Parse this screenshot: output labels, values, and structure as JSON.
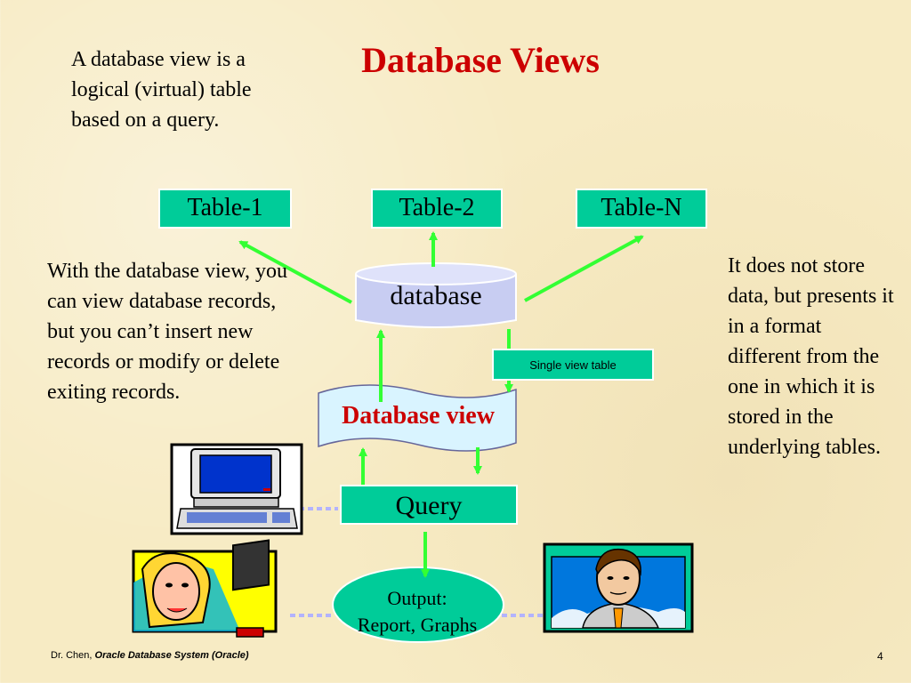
{
  "title": "Database Views",
  "intro_text": "A database view is a logical (virtual) table based on a query.",
  "left_text": "With the database view, you can view database records, but you can’t insert new records or modify or delete exiting records.",
  "right_text": "It does not store data, but presents it in a format different from the one in which it is stored in the underlying tables.",
  "tables": [
    "Table-1",
    "Table-2",
    "Table-N"
  ],
  "database_label": "database",
  "single_view_label": "Single view  table",
  "database_view_label": "Database view",
  "query_label": "Query",
  "output": {
    "line1": "Output:",
    "line2": "Report, Graphs"
  },
  "footer": {
    "author": "Dr. Chen,",
    "course": "Oracle Database System (Oracle)",
    "page": "4"
  },
  "colors": {
    "title": "#cc0000",
    "box_fill": "#00cc99",
    "arrow": "#33ff33",
    "database_fill": "#c8cdf2",
    "view_fill": "#d9f4ff",
    "connector": "#b3b3ff"
  },
  "icons": [
    "computer-terminal-icon",
    "woman-at-computer-icon",
    "businessman-icon"
  ]
}
